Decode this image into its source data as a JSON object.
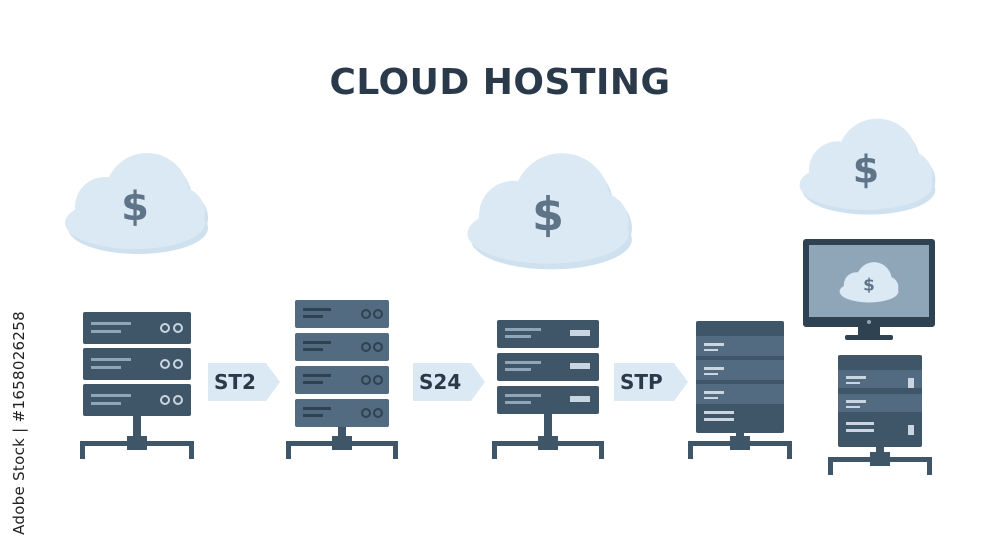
{
  "title": "CLOUD HOSTING",
  "stock_id": "Adobe Stock | #1658026258",
  "clouds": [
    {
      "symbol": "$"
    },
    {
      "symbol": "$"
    },
    {
      "symbol": "$"
    },
    {
      "symbol": "$"
    }
  ],
  "tags": [
    {
      "label": "ST2"
    },
    {
      "label": "S24"
    },
    {
      "label": "STP"
    }
  ],
  "colors": {
    "title": "#2b3a4a",
    "cloud": "#dbe9f5",
    "cloud_symbol": "#5f7488",
    "server_dark": "#3f5568",
    "server_mid": "#526b80",
    "tag_bg": "#dbe9f5"
  }
}
